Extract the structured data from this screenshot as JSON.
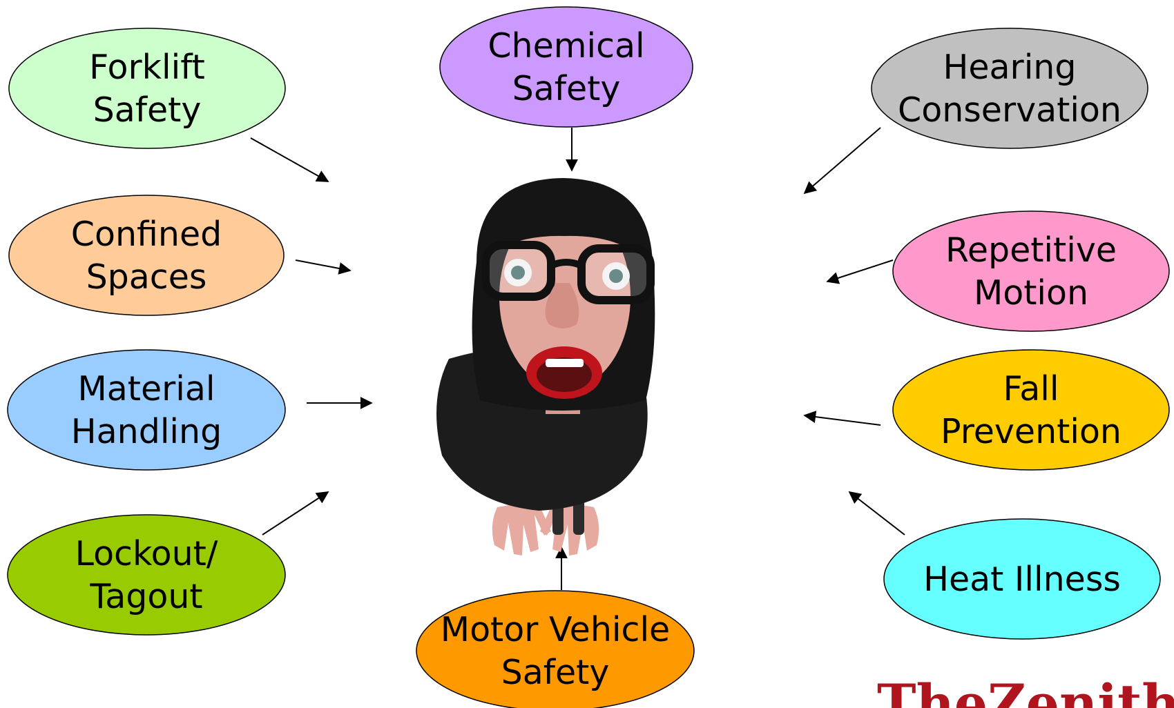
{
  "bubbles": [
    {
      "id": "forklift",
      "lines": [
        "Forklift",
        "Safety"
      ],
      "fill": "#ccffcc"
    },
    {
      "id": "chemical",
      "lines": [
        "Chemical",
        "Safety"
      ],
      "fill": "#cc99ff"
    },
    {
      "id": "hearing",
      "lines": [
        "Hearing",
        "Conservation"
      ],
      "fill": "#c0c0c0"
    },
    {
      "id": "confined",
      "lines": [
        "Confined",
        "Spaces"
      ],
      "fill": "#ffcc99"
    },
    {
      "id": "repetitive",
      "lines": [
        "Repetitive",
        "Motion"
      ],
      "fill": "#ff99cc"
    },
    {
      "id": "material",
      "lines": [
        "Material",
        "Handling"
      ],
      "fill": "#99ccff"
    },
    {
      "id": "fall",
      "lines": [
        "Fall",
        "Prevention"
      ],
      "fill": "#ffcc00"
    },
    {
      "id": "lockout",
      "lines": [
        "Lockout/",
        "Tagout"
      ],
      "fill": "#99cc00"
    },
    {
      "id": "heat",
      "lines": [
        "Heat Illness"
      ],
      "fill": "#66ffff"
    },
    {
      "id": "motor",
      "lines": [
        "Motor Vehicle",
        "Safety"
      ],
      "fill": "#ff9900"
    }
  ],
  "arrows": [
    {
      "from": "forklift",
      "to": "center"
    },
    {
      "from": "chemical",
      "to": "center"
    },
    {
      "from": "hearing",
      "to": "center"
    },
    {
      "from": "confined",
      "to": "center"
    },
    {
      "from": "repetitive",
      "to": "center"
    },
    {
      "from": "material",
      "to": "center"
    },
    {
      "from": "fall",
      "to": "center"
    },
    {
      "from": "lockout",
      "to": "center"
    },
    {
      "from": "heat",
      "to": "center"
    },
    {
      "from": "motor",
      "to": "center"
    }
  ],
  "center_image": {
    "description_icon": "frustrated-woman-photo-icon"
  },
  "logo": {
    "text": "TheZenith",
    "color": "#b0141c"
  }
}
